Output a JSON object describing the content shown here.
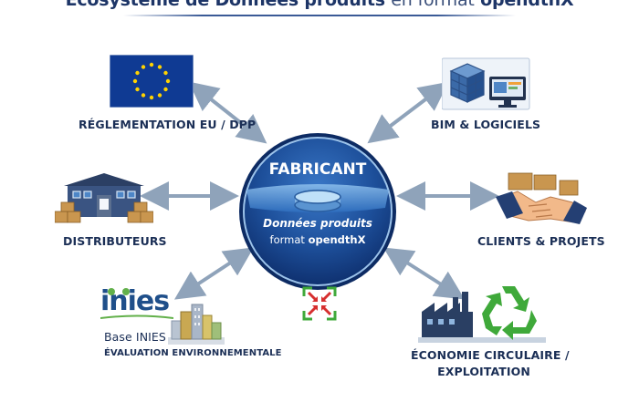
{
  "title": {
    "bold": "Écosystème de Données produits",
    "light": "en format",
    "brand": "opendthX"
  },
  "hub": {
    "title": "FABRICANT",
    "subtitle": "Données produits",
    "format_prefix": "format",
    "format_name": "opendthX"
  },
  "nodes": {
    "eu": {
      "label": "RÉGLEMENTATION EU / DPP",
      "icon": "eu-flag-icon"
    },
    "bim": {
      "label": "BIM & LOGICIELS",
      "icon": "bim-software-icon"
    },
    "distributeurs": {
      "label": "DISTRIBUTEURS",
      "icon": "warehouse-icon"
    },
    "clients": {
      "label": "CLIENTS & PROJETS",
      "icon": "handshake-icon"
    },
    "inies": {
      "logo_text": "inies",
      "label": "Base INIES",
      "sublabel": "ÉVALUATION ENVIRONNEMENTALE",
      "icon": "city-buildings-icon"
    },
    "circular": {
      "label_line1": "ÉCONOMIE CIRCULAIRE /",
      "label_line2": "EXPLOITATION",
      "icon": "recycle-factory-icon"
    },
    "bottom_center": {
      "icon": "converge-arrows-icon"
    }
  },
  "colors": {
    "navy": "#1b2f56",
    "hub_blue": "#1d4f9a",
    "arrow_grey": "#8fa3ba",
    "eu_blue": "#0f3a93",
    "eu_star": "#ffd200",
    "recycle_green": "#3fa93a"
  }
}
